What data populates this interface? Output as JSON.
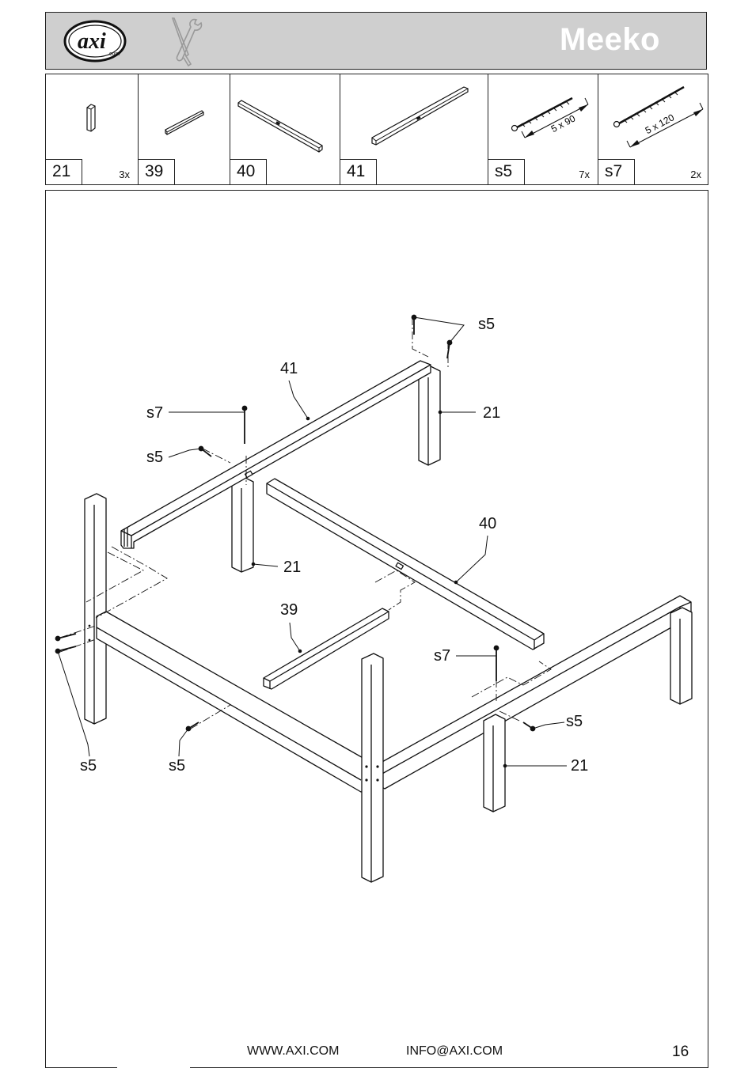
{
  "header": {
    "logo_text": "axi",
    "logo_sub": ".com",
    "title": "Meeko"
  },
  "parts": [
    {
      "id": "21",
      "qty": "3x"
    },
    {
      "id": "39",
      "qty": ""
    },
    {
      "id": "40",
      "qty": ""
    },
    {
      "id": "41",
      "qty": ""
    },
    {
      "id": "s5",
      "qty": "7x",
      "dim": "5 x 90"
    },
    {
      "id": "s7",
      "qty": "2x",
      "dim": "5 x 120"
    }
  ],
  "labels": {
    "s5_top": "s5",
    "p41": "41",
    "s7_left": "s7",
    "p21_top": "21",
    "s5_left": "s5",
    "p21_mid": "21",
    "p40": "40",
    "p39": "39",
    "s7_right": "s7",
    "s5_right": "s5",
    "s5_bottom_left": "s5",
    "s5_bottom_mid": "s5",
    "p21_right": "21"
  },
  "footer": {
    "website": "WWW.AXI.COM",
    "email": "INFO@AXI.COM",
    "page": "16"
  }
}
